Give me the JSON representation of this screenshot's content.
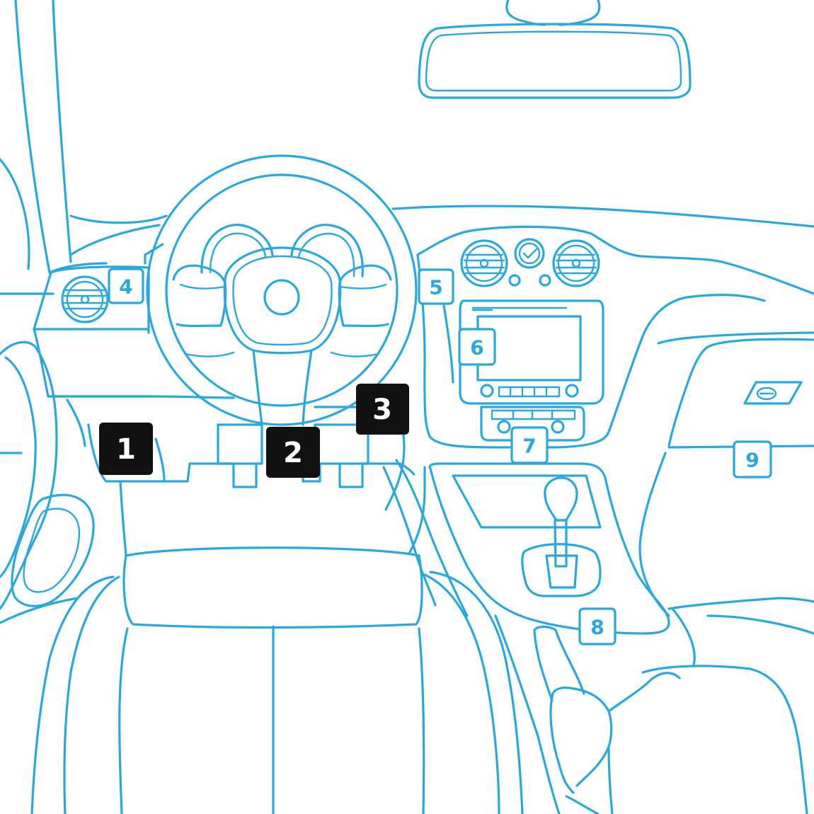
{
  "colors": {
    "line": "#29a8e0",
    "dark": "#111111",
    "background": "#ffffff"
  },
  "markers": [
    {
      "id": "1",
      "label": "1",
      "style": "dark"
    },
    {
      "id": "2",
      "label": "2",
      "style": "dark"
    },
    {
      "id": "3",
      "label": "3",
      "style": "dark"
    },
    {
      "id": "4",
      "label": "4",
      "style": "light"
    },
    {
      "id": "5",
      "label": "5",
      "style": "light"
    },
    {
      "id": "6",
      "label": "6",
      "style": "light"
    },
    {
      "id": "7",
      "label": "7",
      "style": "light"
    },
    {
      "id": "8",
      "label": "8",
      "style": "light"
    },
    {
      "id": "9",
      "label": "9",
      "style": "light"
    }
  ]
}
